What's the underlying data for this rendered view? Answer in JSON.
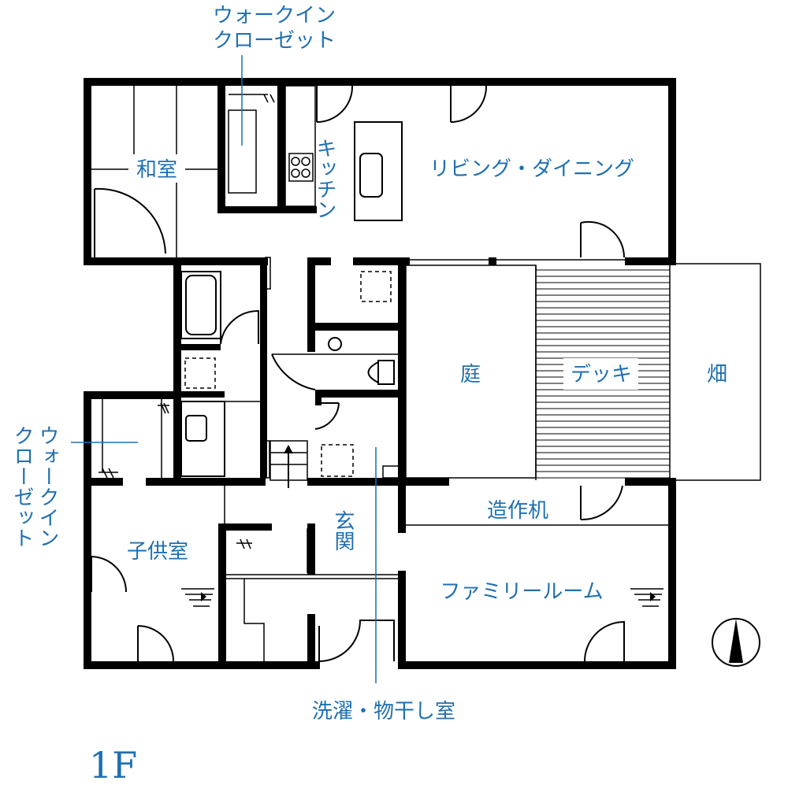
{
  "labels": {
    "walk_in_closet_top_1": "ウォークイン",
    "walk_in_closet_top_2": "クローゼット",
    "washitsu": "和室",
    "kitchen": "キッチン",
    "living_dining": "リビング・ダイニング",
    "niwa": "庭",
    "deck": "デッキ",
    "hatake": "畑",
    "walk_in_closet_left_1": "ウォークイン",
    "walk_in_closet_left_2": "クローゼット",
    "kodomo": "子供室",
    "genkan": "玄関",
    "zousaku": "造作机",
    "family_room": "ファミリールーム",
    "laundry": "洗濯・物干し室",
    "floor": "1F"
  },
  "colors": {
    "label": "#1f6fb0",
    "wall": "#000000"
  },
  "icons": [
    "compass-north-icon",
    "stove-icon",
    "bathtub-icon",
    "toilet-icon",
    "sink-icon",
    "stairs-icon"
  ]
}
